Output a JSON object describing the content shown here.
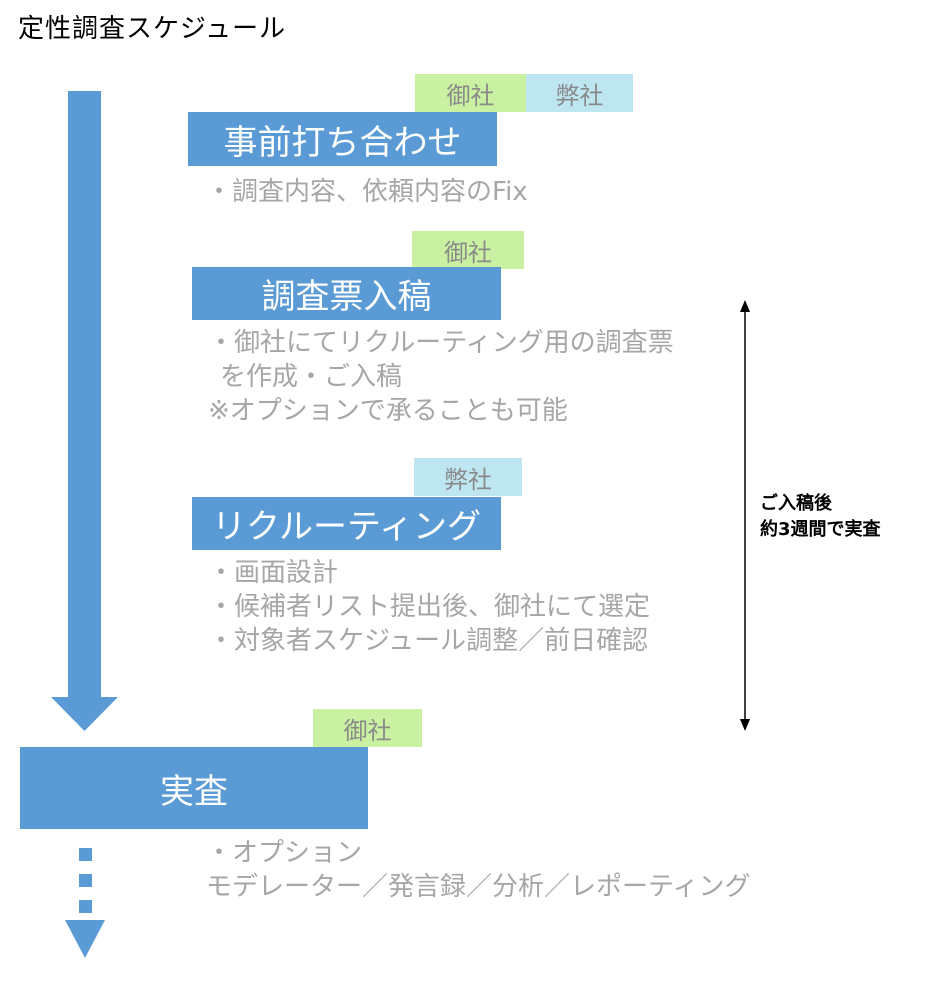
{
  "title": "定性調査スケジュール",
  "colors": {
    "step_fill": "#5b9bd5",
    "client_tag": "#c9f1a1",
    "company_tag": "#bde6f1",
    "desc_text": "#a6a6a6",
    "tag_text": "#8a8a8a"
  },
  "steps": [
    {
      "label": "事前打ち合わせ",
      "tags": [
        "御社",
        "弊社"
      ],
      "details": [
        "・調査内容、依頼内容のFix"
      ]
    },
    {
      "label": "調査票入稿",
      "tags": [
        "御社"
      ],
      "details": [
        "・御社にてリクルーティング用の調査票",
        "を作成・ご入稿",
        "※オプションで承ることも可能"
      ]
    },
    {
      "label": "リクルーティング",
      "tags": [
        "弊社"
      ],
      "details": [
        "・画面設計",
        "・候補者リスト提出後、御社にて選定",
        "・対象者スケジュール調整／前日確認"
      ]
    },
    {
      "label": "実査",
      "tags": [
        "御社"
      ],
      "details": [
        "・オプション",
        "モデレーター／発言録／分析／レポーティング"
      ]
    }
  ],
  "timeline_note": [
    "ご入稿後",
    "約3週間で実査"
  ],
  "icons": {
    "main_arrow": "down-arrow-icon",
    "dotted_arrow": "dotted-down-arrow-icon",
    "range_arrow": "double-headed-vertical-arrow-icon"
  }
}
